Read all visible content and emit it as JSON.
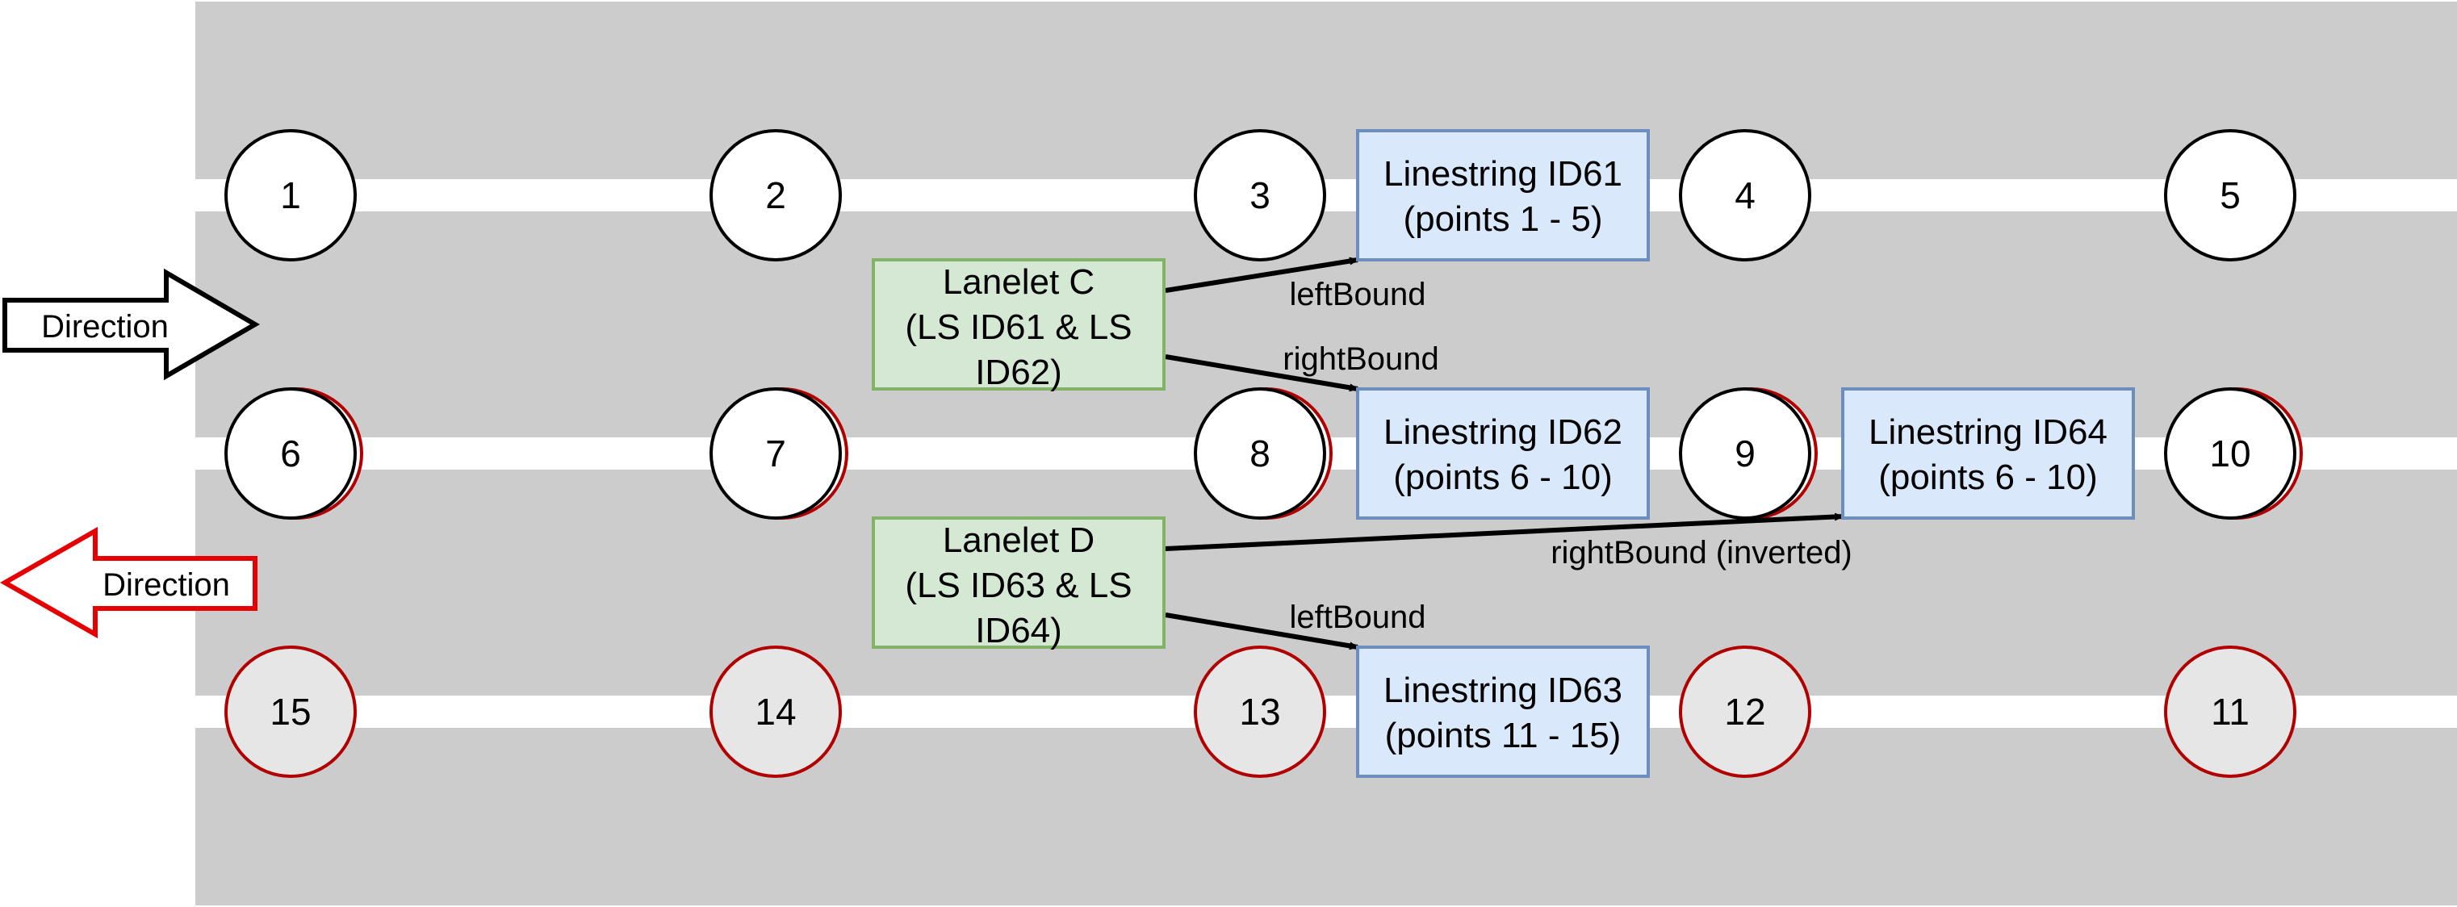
{
  "colors": {
    "road": "#cccccc",
    "lane_line": "#ffffff",
    "node_fill": "#ffffff",
    "node_fill_alt": "#e6e6e6",
    "node_stroke": "#000000",
    "node_stroke_alt": "#b20000",
    "linestring_fill": "#dae8fc",
    "linestring_stroke": "#6c8ebf",
    "lanelet_fill": "#d5e8d4",
    "lanelet_stroke": "#82b366",
    "arrow": "#000000",
    "direction_forward": "#000000",
    "direction_backward": "#e60000"
  },
  "directions": [
    {
      "id": "forward",
      "label": "Direction",
      "orientation": "right"
    },
    {
      "id": "backward",
      "label": "Direction",
      "orientation": "left"
    }
  ],
  "nodes": [
    {
      "label": "1",
      "style": "black"
    },
    {
      "label": "2",
      "style": "black"
    },
    {
      "label": "3",
      "style": "black"
    },
    {
      "label": "4",
      "style": "black"
    },
    {
      "label": "5",
      "style": "black"
    },
    {
      "label": "6",
      "style": "double"
    },
    {
      "label": "7",
      "style": "double"
    },
    {
      "label": "8",
      "style": "double"
    },
    {
      "label": "9",
      "style": "double"
    },
    {
      "label": "10",
      "style": "double"
    },
    {
      "label": "15",
      "style": "red"
    },
    {
      "label": "14",
      "style": "red"
    },
    {
      "label": "13",
      "style": "red"
    },
    {
      "label": "12",
      "style": "red"
    },
    {
      "label": "11",
      "style": "red"
    }
  ],
  "linestrings": [
    {
      "id": "ls61",
      "line1": "Linestring ID61",
      "line2": "(points 1 - 5)"
    },
    {
      "id": "ls62",
      "line1": "Linestring ID62",
      "line2": "(points 6 - 10)"
    },
    {
      "id": "ls64",
      "line1": "Linestring ID64",
      "line2": "(points 6 - 10)"
    },
    {
      "id": "ls63",
      "line1": "Linestring ID63",
      "line2": "(points 11 - 15)"
    }
  ],
  "lanelets": [
    {
      "id": "laneletC",
      "line1": "Lanelet C",
      "line2": "(LS ID61 & LS",
      "line3": "ID62)"
    },
    {
      "id": "laneletD",
      "line1": "Lanelet D",
      "line2": "(LS ID63 & LS",
      "line3": "ID64)"
    }
  ],
  "edges": [
    {
      "from": "laneletC",
      "to": "ls61",
      "label": "leftBound"
    },
    {
      "from": "laneletC",
      "to": "ls62",
      "label": "rightBound"
    },
    {
      "from": "laneletD",
      "to": "ls64",
      "label": "rightBound (inverted)"
    },
    {
      "from": "laneletD",
      "to": "ls63",
      "label": "leftBound"
    }
  ]
}
